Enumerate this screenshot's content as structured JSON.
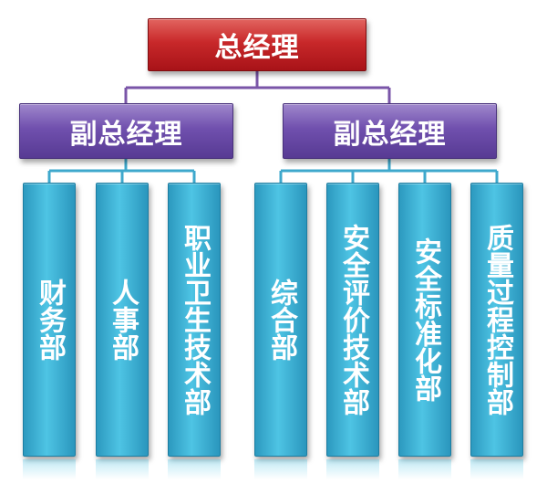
{
  "top": {
    "label": "总经理"
  },
  "vice_presidents": [
    {
      "label": "副总经理"
    },
    {
      "label": "副总经理"
    }
  ],
  "departments": [
    {
      "label": "财务部"
    },
    {
      "label": "人事部"
    },
    {
      "label": "职业卫生技术部"
    },
    {
      "label": "综合部"
    },
    {
      "label": "安全评价技术部"
    },
    {
      "label": "安全标准化部"
    },
    {
      "label": "质量过程控制部"
    }
  ],
  "colors": {
    "top": "#c8282a",
    "vice_president": "#7050ae",
    "department": "#3bb3d8",
    "connector_top": "#7a55a8",
    "connector_bottom": "#3ea8cc"
  }
}
